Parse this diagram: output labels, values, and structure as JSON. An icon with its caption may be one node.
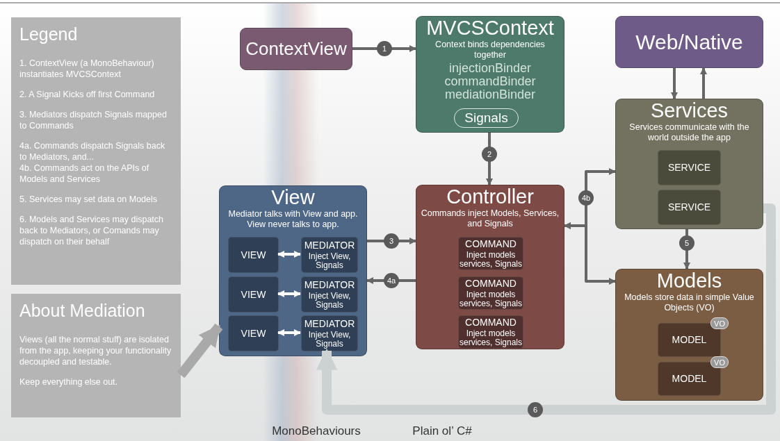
{
  "diagram": {
    "nodes": [
      {
        "text": [
          "Legend",
          "1. ContextView (a MonoBehaviour) instantiates MVCSContext",
          "2. A Signal Kicks off first Command",
          "3. Mediators dispatch Signals mapped to Commands",
          "4a. Commands dispatch Signals back to Mediators, and...",
          "4b. Commands act on the APIs of Models and Services",
          "5. Services may set data on Models",
          "6. Models and Services may dispatch back to Mediators, or Comands may dispatch on their behalf"
        ]
      },
      {
        "text": [
          "About Mediation",
          "Views (all the normal stuff) are isolated from the app, keeping your functionality decoupled and testable.",
          "Keep everything else out."
        ]
      },
      {
        "text": [
          "ContextView"
        ]
      },
      {
        "text": [
          "MVCSContext",
          "Context binds dependencies together",
          "injectionBinder commandBinder mediationBinder"
        ]
      },
      {
        "text": [
          "Signals"
        ],
        "in": 3
      },
      {
        "text": [
          "Web/Native"
        ]
      },
      {
        "text": [
          "View",
          "Mediator talks with View and app. View never talks to app."
        ]
      },
      {
        "text": [
          "VIEW"
        ],
        "in": 6
      },
      {
        "text": [
          "MEDIATOR",
          "Inject View, Signals"
        ],
        "in": 6
      },
      {
        "text": [
          "VIEW"
        ],
        "in": 6
      },
      {
        "text": [
          "MEDIATOR",
          "Inject View, Signals"
        ],
        "in": 6
      },
      {
        "text": [
          "VIEW"
        ],
        "in": 6
      },
      {
        "text": [
          "MEDIATOR",
          "Inject View, Signals"
        ],
        "in": 6
      },
      {
        "text": [
          "Controller",
          "Commands inject Models, Services, and Signals"
        ]
      },
      {
        "text": [
          "COMMAND",
          "Inject models services, Signals"
        ],
        "in": 13
      },
      {
        "text": [
          "COMMAND",
          "Inject models services, Signals"
        ],
        "in": 13
      },
      {
        "text": [
          "COMMAND",
          "Inject models services, Signals"
        ],
        "in": 13
      },
      {
        "text": [
          "Services",
          "Services communicate with the world outside the app"
        ]
      },
      {
        "text": [
          "SERVICE"
        ],
        "in": 17
      },
      {
        "text": [
          "SERVICE"
        ],
        "in": 17
      },
      {
        "text": [
          "Models",
          "Models store data in simple Value Objects (VO)"
        ]
      },
      {
        "text": [
          "VO"
        ],
        "in": 20
      },
      {
        "text": [
          "MODEL"
        ],
        "in": 20
      },
      {
        "text": [
          "VO"
        ],
        "in": 20
      },
      {
        "text": [
          "MODEL"
        ],
        "in": 20
      }
    ],
    "edges": [
      {
        "from": 1,
        "to": 6,
        "arrow": "to",
        "style": "thick",
        "color": "#a9a9a9"
      },
      {
        "from": 2,
        "to": 3,
        "arrow": "to",
        "label": "1"
      },
      {
        "from": 3,
        "to": 13,
        "arrow": "to",
        "label": "2"
      },
      {
        "from": 6,
        "to": 13,
        "arrow": "to",
        "label": "3"
      },
      {
        "from": 13,
        "to": 6,
        "arrow": "to",
        "label": "4a"
      },
      {
        "from": 13,
        "to": 17,
        "arrow": "both",
        "label": "4b"
      },
      {
        "from": 13,
        "to": 20,
        "arrow": "both"
      },
      {
        "from": 5,
        "to": 17,
        "arrow": "to"
      },
      {
        "from": 17,
        "to": 5,
        "arrow": "to"
      },
      {
        "from": 17,
        "to": 20,
        "arrow": "to",
        "label": "5"
      },
      {
        "from": 17,
        "to": 12,
        "arrow": "to",
        "label": "6",
        "style": "thick",
        "color": "#ccd2d2"
      },
      {
        "from": 7,
        "to": 8,
        "arrow": "both",
        "color": "#ffffff"
      },
      {
        "from": 9,
        "to": 10,
        "arrow": "both",
        "color": "#ffffff"
      },
      {
        "from": 11,
        "to": 12,
        "arrow": "both",
        "color": "#ffffff"
      }
    ],
    "labels": [
      "MonoBehaviours",
      "Plain ol’ C#"
    ]
  }
}
